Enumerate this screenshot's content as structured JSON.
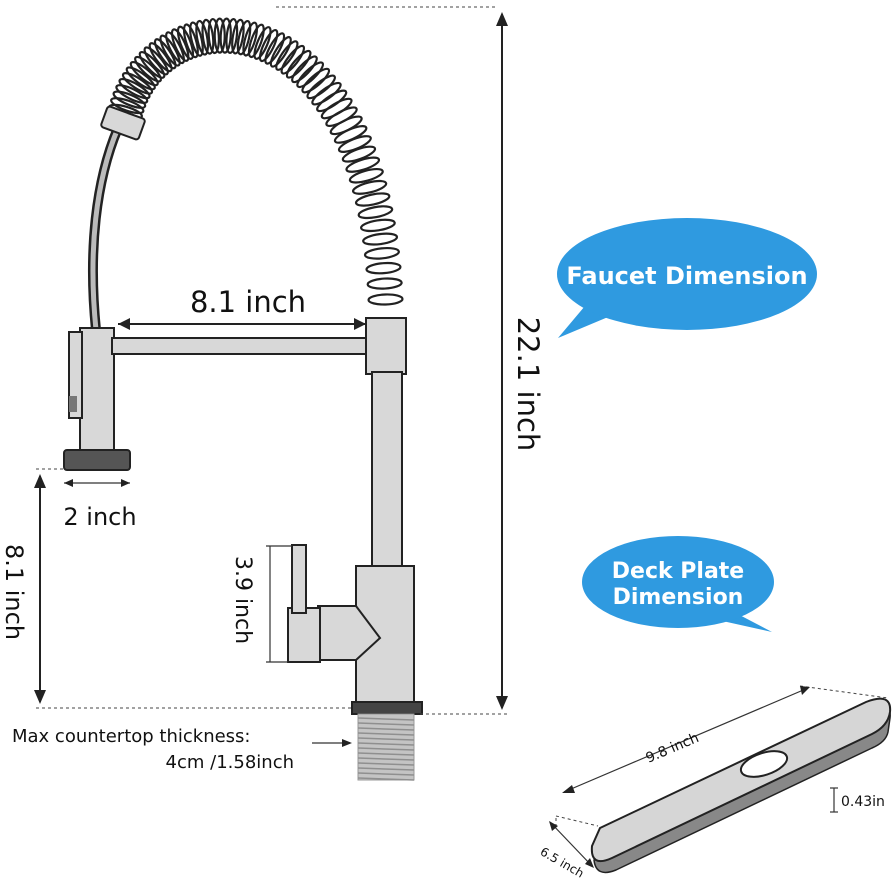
{
  "labels": {
    "spout_reach": "8.1 inch",
    "total_height": "22.1 inch",
    "spray_head": "2 inch",
    "spout_height": "8.1 inch",
    "handle_height": "3.9 inch",
    "countertop_line1": "Max countertop thickness:",
    "countertop_line2": "4cm /1.58inch",
    "plate_length": "9.8 inch",
    "plate_width": "6.5 inch",
    "plate_thickness": "0.43in"
  },
  "bubbles": {
    "faucet": "Faucet Dimension",
    "deck_line1": "Deck Plate",
    "deck_line2": "Dimension"
  },
  "colors": {
    "bubble": "#2f9ae0",
    "line": "#222222",
    "metal": "#d8d8d8"
  }
}
